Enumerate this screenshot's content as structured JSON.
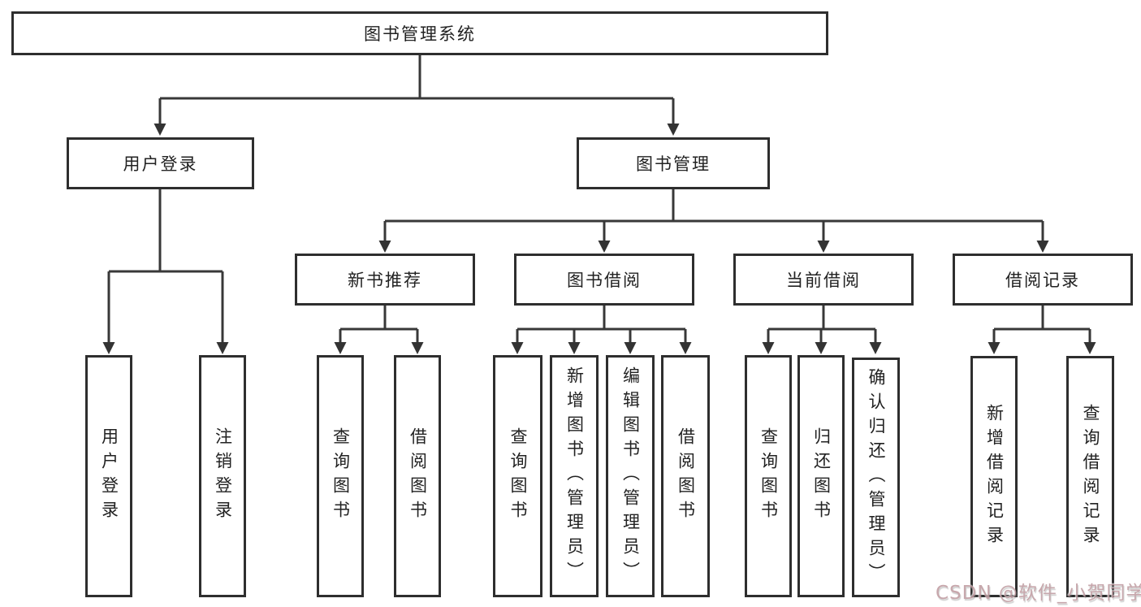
{
  "tree": {
    "root": {
      "label": "图书管理系统"
    },
    "branches": [
      {
        "label": "用户登录",
        "children": [
          {
            "label": "用户登录"
          },
          {
            "label": "注销登录"
          }
        ]
      },
      {
        "label": "图书管理",
        "children": [
          {
            "label": "新书推荐",
            "children": [
              {
                "label": "查询图书"
              },
              {
                "label": "借阅图书"
              }
            ]
          },
          {
            "label": "图书借阅",
            "children": [
              {
                "label": "查询图书"
              },
              {
                "label": "新增图书（管理员）"
              },
              {
                "label": "编辑图书（管理员）"
              },
              {
                "label": "借阅图书"
              }
            ]
          },
          {
            "label": "当前借阅",
            "children": [
              {
                "label": "查询图书"
              },
              {
                "label": "归还图书"
              },
              {
                "label": "确认归还（管理员）"
              }
            ]
          },
          {
            "label": "借阅记录",
            "children": [
              {
                "label": "新增借阅记录"
              },
              {
                "label": "查询借阅记录"
              }
            ]
          }
        ]
      }
    ]
  },
  "watermark": {
    "text": "CSDN @软件_小贺同学"
  },
  "colors": {
    "line": "#383838",
    "box_border": "#2e2e2e",
    "text": "#222222",
    "watermark": "#c09ca1",
    "background": "#ffffff"
  }
}
